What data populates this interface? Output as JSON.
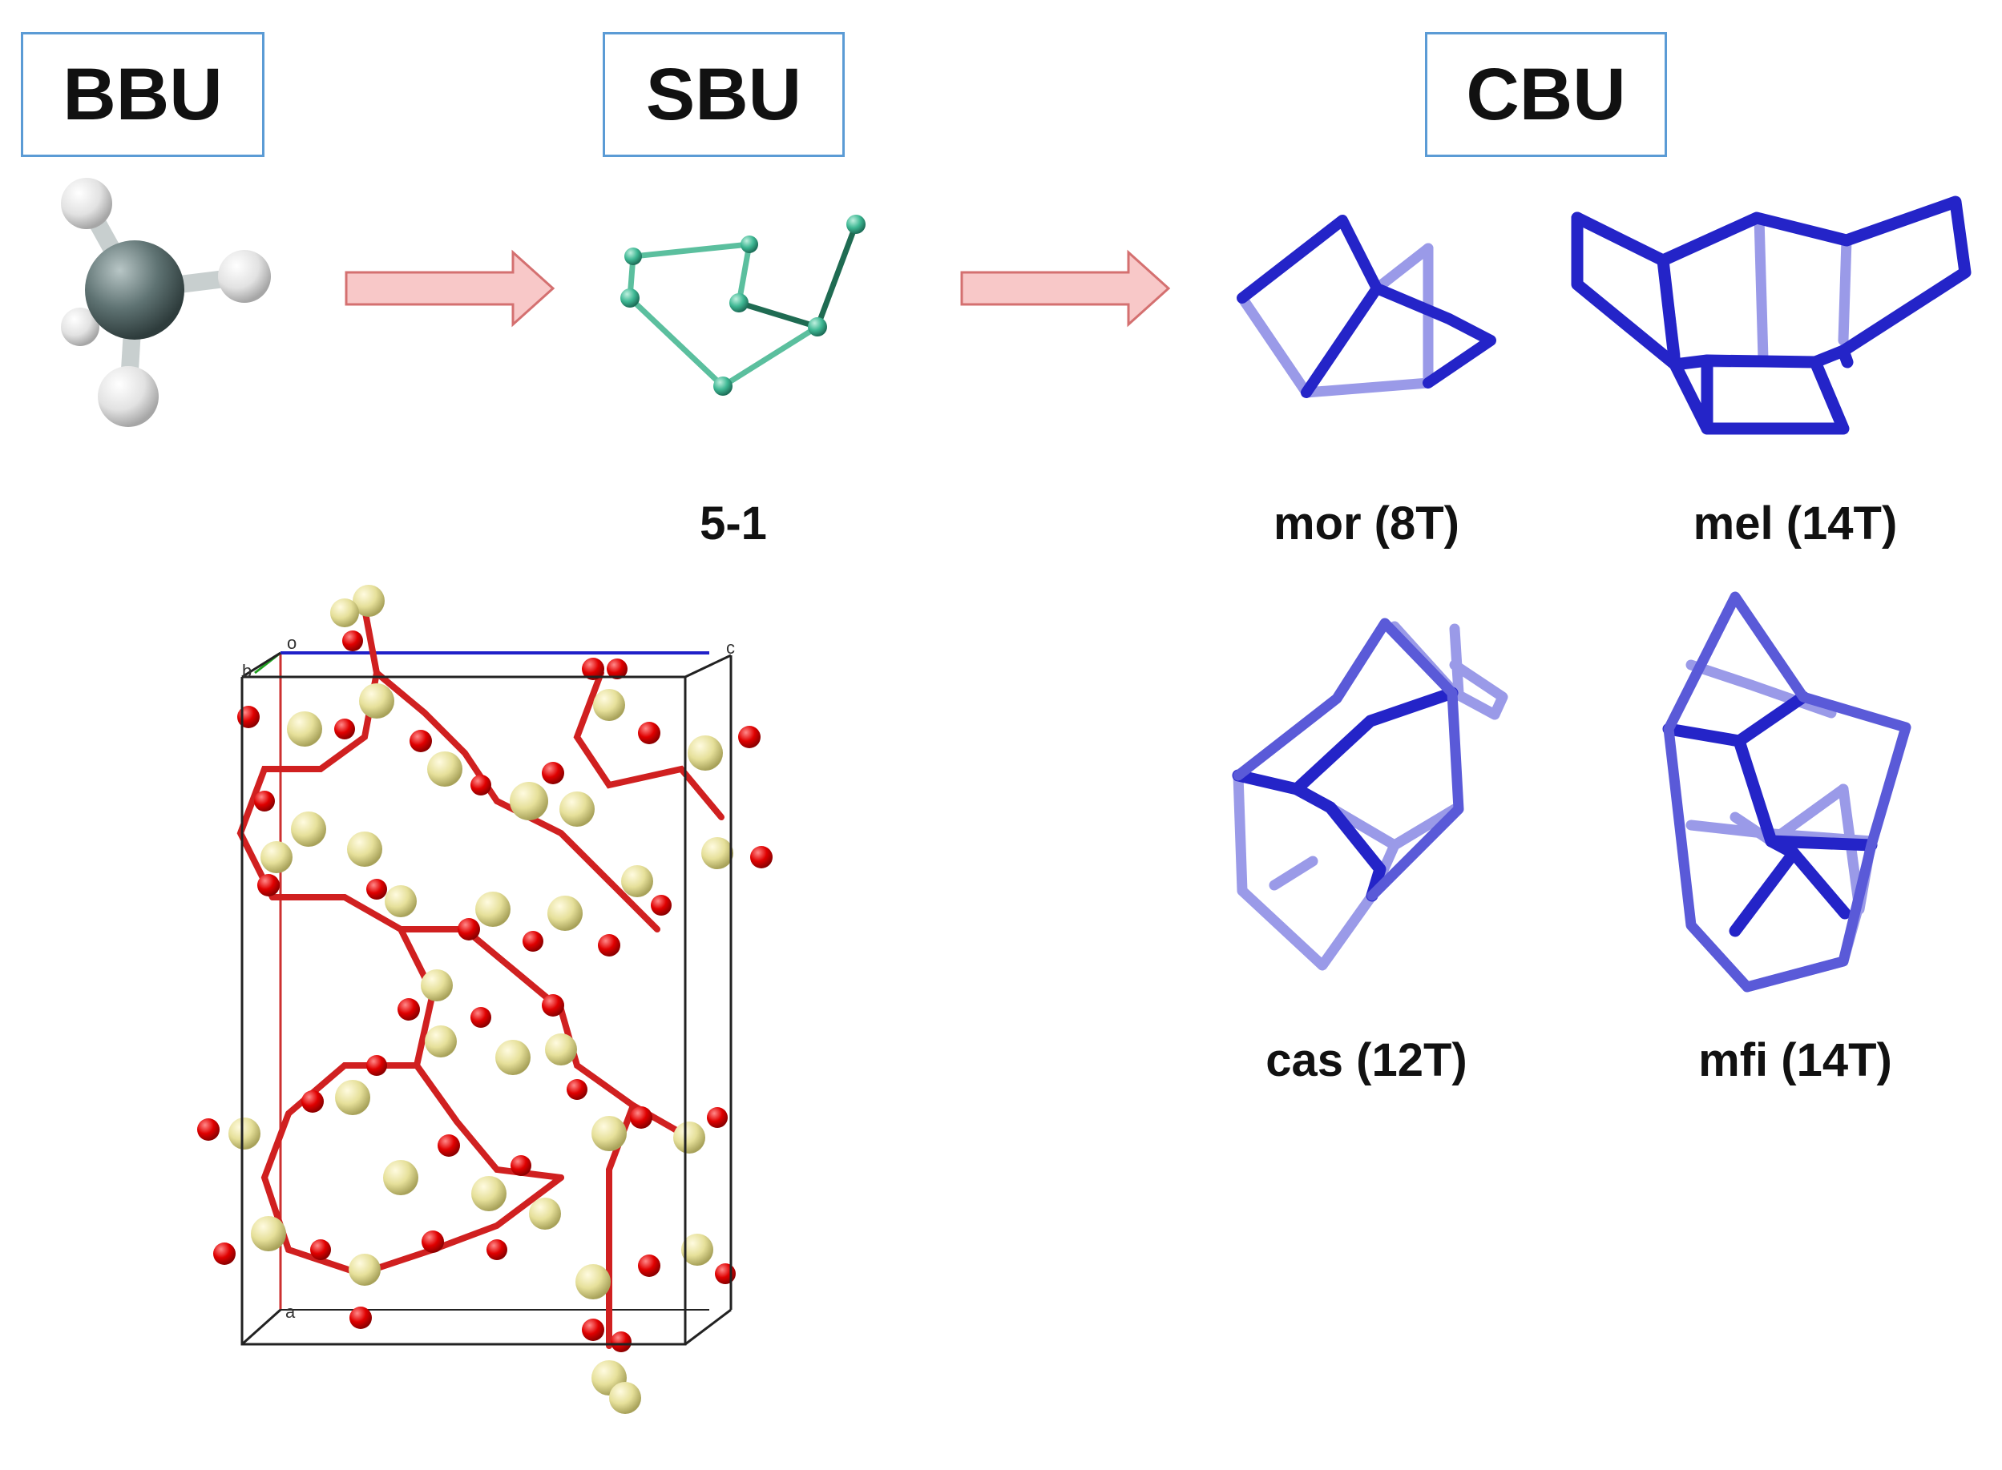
{
  "headers": {
    "bbu": "BBU",
    "sbu": "SBU",
    "cbu": "CBU"
  },
  "sbu_label": "5-1",
  "cbu_labels": {
    "mor": "mor (8T)",
    "mel": "mel (14T)",
    "cas": "cas (12T)",
    "mfi": "mfi (14T)"
  },
  "axis_labels": {
    "o": "o",
    "b": "b",
    "c": "c",
    "a": "a"
  },
  "colors": {
    "header_border": "#5b9bd5",
    "arrow_fill": "#f8c8c8",
    "arrow_stroke": "#d47070",
    "sbu": "#2e8b6e",
    "cbu_dark": "#2424c8",
    "cbu_light": "#9a9ae8",
    "oxygen": "#e00000",
    "silicon": "#e6e09a",
    "center_atom": "#5f7373",
    "h_atom": "#e4e4e4"
  }
}
